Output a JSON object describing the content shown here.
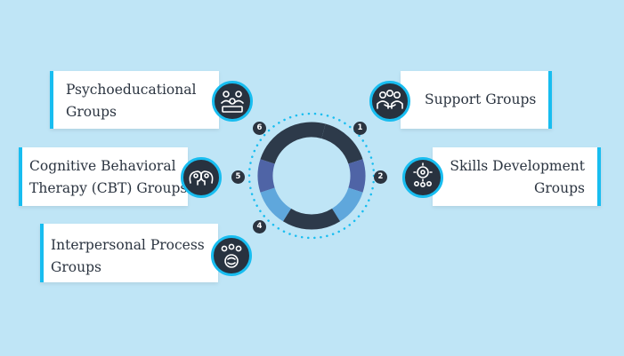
{
  "items": [
    {
      "number": "1",
      "label_lines": [
        "Support Groups"
      ],
      "icon": "support-group-icon"
    },
    {
      "number": "2",
      "label_lines": [
        "Skills Development",
        "Groups"
      ],
      "icon": "skills-development-icon"
    },
    {
      "number": "4",
      "label_lines": [
        "Interpersonal Process",
        "Groups"
      ],
      "icon": "interpersonal-process-icon"
    },
    {
      "number": "5",
      "label_lines": [
        "Cognitive Behavioral",
        "Therapy (CBT) Groups"
      ],
      "icon": "cbt-head-icon"
    },
    {
      "number": "6",
      "label_lines": [
        "Psychoeducational",
        "Groups"
      ],
      "icon": "psychoeducation-icon"
    }
  ],
  "colors": {
    "background": "#bfe5f6",
    "ring_dark": "#2d3a4a",
    "ring_indigo": "#4f64a6",
    "ring_light_blue": "#5fa7dc",
    "accent_cyan": "#18bdf0",
    "badge_fill": "#28323f"
  }
}
